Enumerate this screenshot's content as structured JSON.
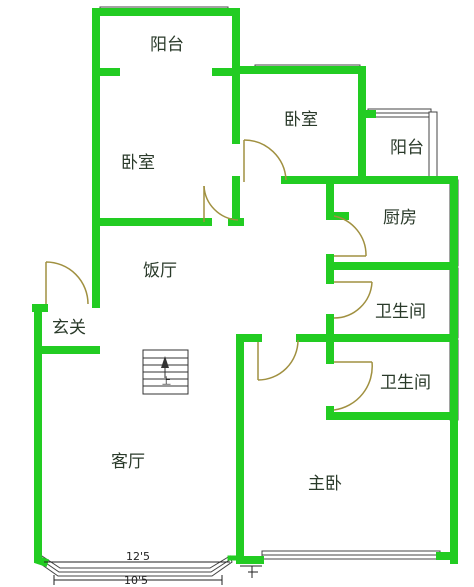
{
  "rooms": {
    "balcony_top": "阳台",
    "bedroom_left": "卧室",
    "bedroom_mid": "卧室",
    "balcony_right": "阳台",
    "kitchen": "厨房",
    "dining": "饭厅",
    "bathroom_1": "卫生间",
    "entrance": "玄关",
    "bathroom_2": "卫生间",
    "living": "客厅",
    "master_bedroom": "主卧"
  },
  "stair_label": "上",
  "dimensions": {
    "upper": "12'5",
    "lower": "10'5"
  },
  "colors": {
    "wall": "#22cc22",
    "door": "#a09040",
    "label": "#2a3a2a"
  }
}
